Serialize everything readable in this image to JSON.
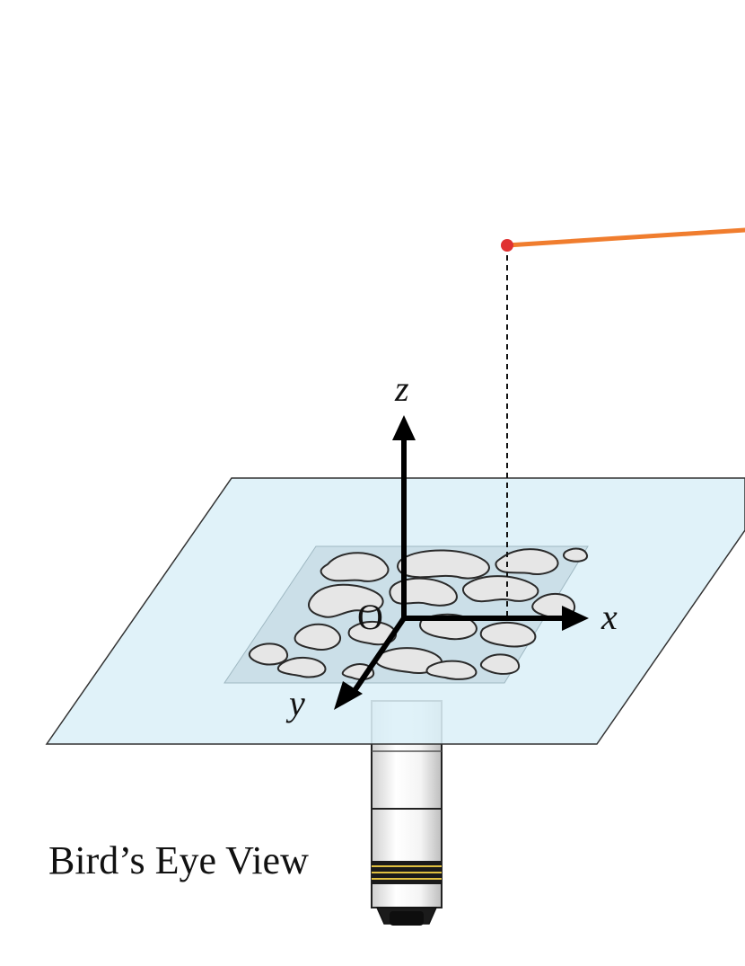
{
  "labels": {
    "x_axis": "x",
    "y_axis": "y",
    "z_axis": "z",
    "origin": "O",
    "caption": "Bird’s Eye View"
  },
  "colors": {
    "plane_fill": "#dcf0f8",
    "plane_stroke": "#333333",
    "sample_fill": "#c9dde5",
    "blob_fill": "#e6e6e6",
    "blob_stroke": "#2a2a2a",
    "axis": "#000000",
    "trajectory": "#f07d2e",
    "point": "#e03131",
    "dashed": "#111111"
  },
  "icons": {
    "camera": "microscope-objective-icon",
    "point": "tracked-point-icon"
  }
}
